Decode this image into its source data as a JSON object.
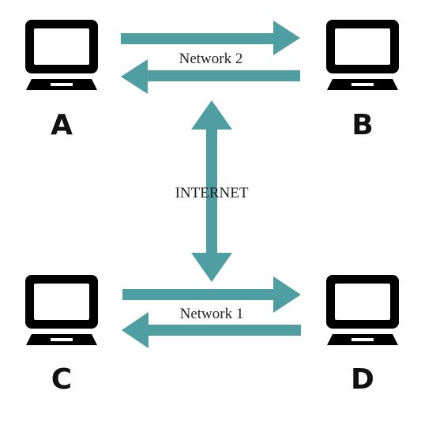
{
  "colors": {
    "arrow": "#4f9ea2",
    "laptop": "#000000",
    "background": "#ffffff"
  },
  "nodes": {
    "a": {
      "label": "A",
      "icon": "laptop-icon"
    },
    "b": {
      "label": "B",
      "icon": "laptop-icon"
    },
    "c": {
      "label": "C",
      "icon": "laptop-icon"
    },
    "d": {
      "label": "D",
      "icon": "laptop-icon"
    }
  },
  "links": {
    "top": {
      "label": "Network 2",
      "from": "A",
      "to": "B",
      "bidirectional": true
    },
    "bottom": {
      "label": "Network 1",
      "from": "C",
      "to": "D",
      "bidirectional": true
    },
    "middle": {
      "label": "INTERNET",
      "between": [
        "Network 2",
        "Network 1"
      ],
      "bidirectional": true
    }
  }
}
